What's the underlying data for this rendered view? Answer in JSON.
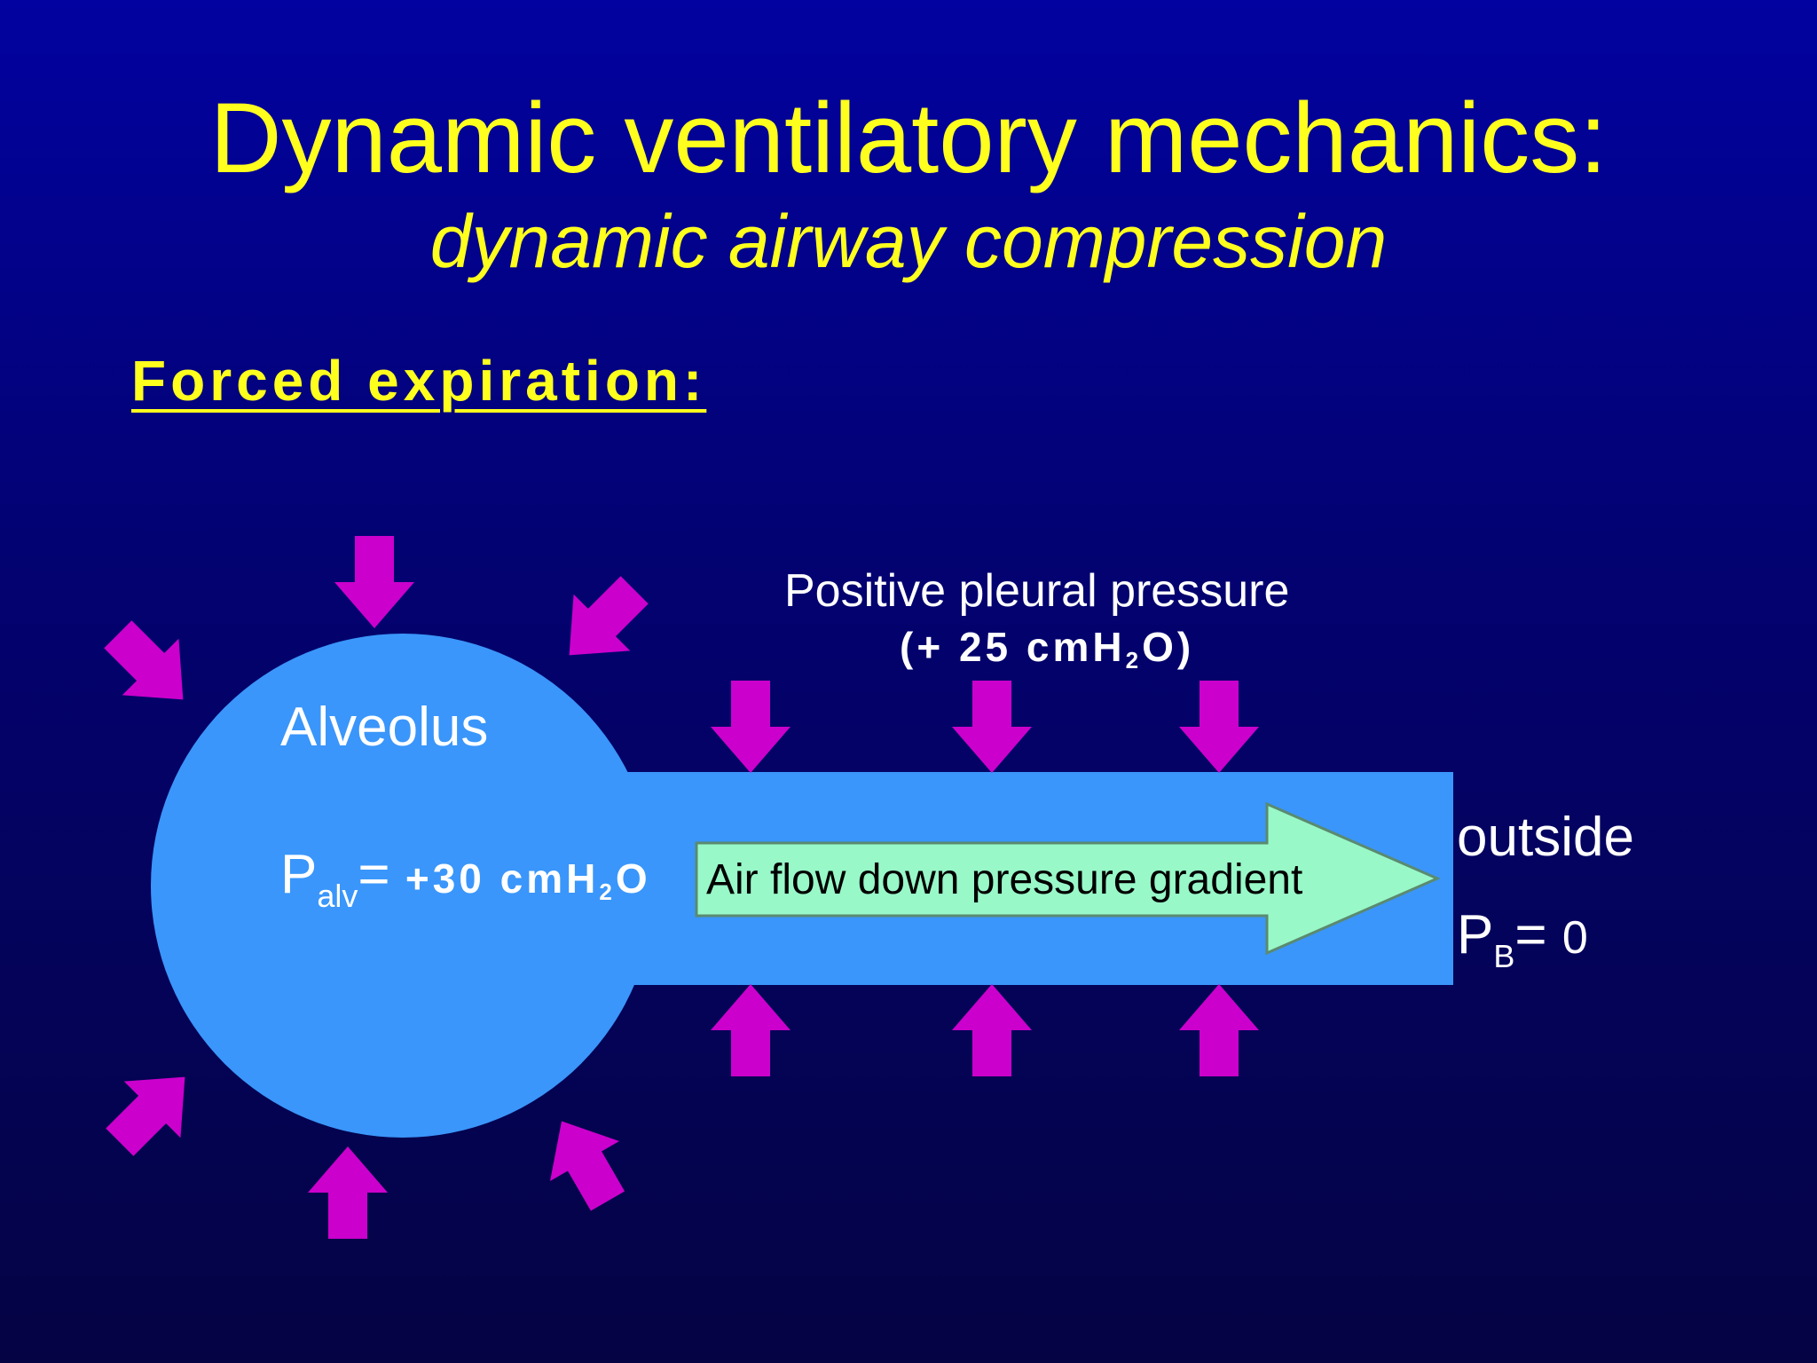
{
  "slide": {
    "title": "Dynamic ventilatory mechanics:",
    "subtitle": "dynamic airway compression",
    "section_heading": "Forced expiration:"
  },
  "diagram": {
    "alveolus_label": "Alveolus",
    "palv_symbol": "P",
    "palv_subscript": "alv",
    "palv_equals": "= ",
    "palv_value_prefix": "+30 cmH",
    "palv_value_sub": "2",
    "palv_value_suffix": "O",
    "pleural_title": "Positive pleural pressure",
    "pleural_value_prefix": "(+ 25 cmH",
    "pleural_value_sub": "2",
    "pleural_value_suffix": "O)",
    "flow_label": "Air flow down pressure gradient",
    "outside_label": "outside",
    "pb_symbol": "P",
    "pb_subscript": "B",
    "pb_equals": "= ",
    "pb_value": "0"
  },
  "colors": {
    "title": "#ffff1e",
    "airway": "#3a96fa",
    "flow_arrow": "#98f8c8",
    "pressure_arrows": "#cc00cc",
    "labels": "#ffffff"
  },
  "icons": {
    "pressure_arrow": "magenta-block-arrow",
    "flow_arrow": "mint-block-arrow"
  }
}
